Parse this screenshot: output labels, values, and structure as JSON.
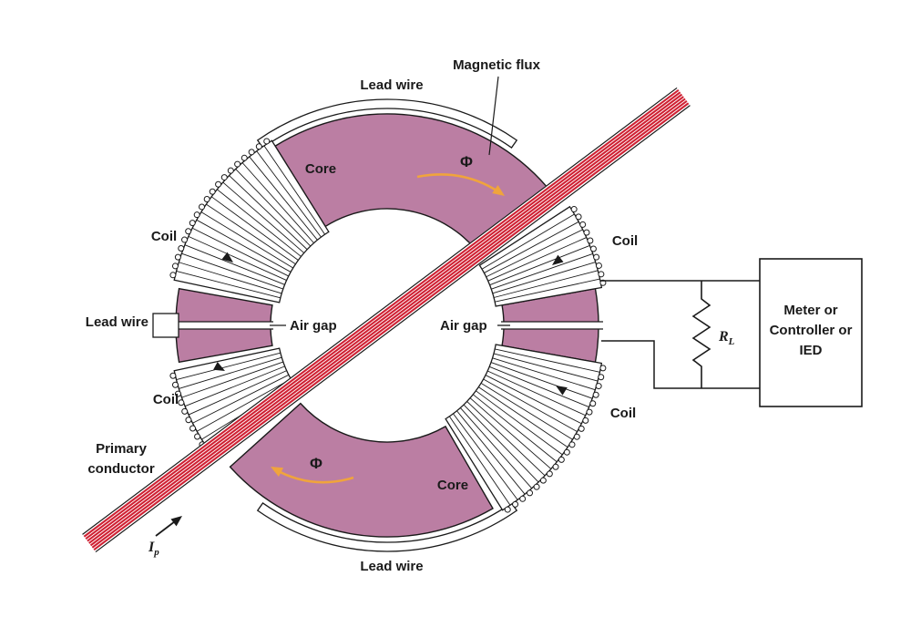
{
  "figure": {
    "type": "current-transformer-diagram"
  },
  "colors": {
    "core_fill": "#bb7ea3",
    "conductor_red": "#cf2133",
    "flux_arrow_orange": "#f0a43c",
    "line_black": "#1a1a1a",
    "background": "#ffffff"
  },
  "labels": {
    "magnetic_flux": "Magnetic flux",
    "lead_wire_top": "Lead wire",
    "lead_wire_left": "Lead wire",
    "lead_wire_bottom": "Lead wire",
    "core_top": "Core",
    "core_bottom": "Core",
    "coil_upper_left": "Coil",
    "coil_upper_right": "Coil",
    "coil_lower_left": "Coil",
    "coil_lower_right": "Coil",
    "air_gap_left": "Air gap",
    "air_gap_right": "Air gap",
    "phi_top": "Φ",
    "phi_bottom": "Φ",
    "primary_conductor_line1": "Primary",
    "primary_conductor_line2": "conductor",
    "ip_main": "I",
    "ip_sub": "p",
    "rl_main": "R",
    "rl_sub": "L",
    "meter_box_line1": "Meter or",
    "meter_box_line2": "Controller or",
    "meter_box_line3": "IED"
  }
}
